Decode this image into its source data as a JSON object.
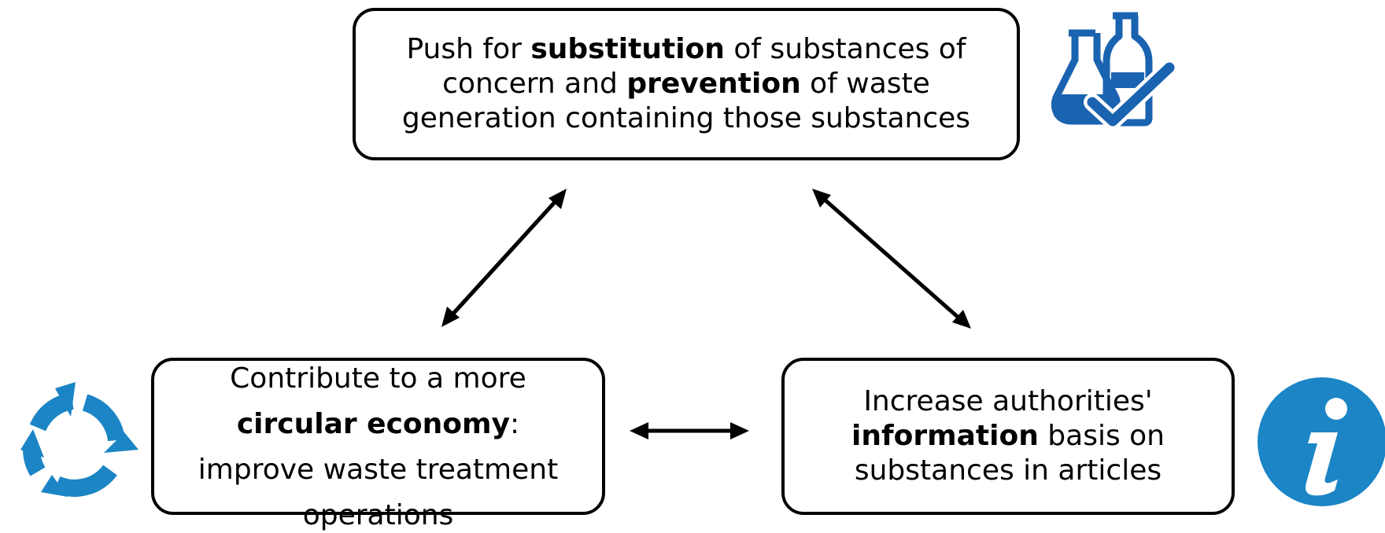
{
  "boxes": {
    "top": {
      "l1a": "Push for ",
      "l1b": "substitution",
      "l1c": " of substances of",
      "l2a": "concern and ",
      "l2b": "prevention",
      "l2c": " of waste",
      "l3": "generation containing those substances"
    },
    "left": {
      "l1": "Contribute to a more",
      "l2a": "circular economy",
      "l2b": ":",
      "l3": "improve waste treatment",
      "l4": "operations"
    },
    "right": {
      "l1": "Increase authorities'",
      "l2a": "information",
      "l2b": " basis on",
      "l3": "substances in articles"
    }
  },
  "icons": {
    "top_right": "flasks-check-icon",
    "bottom_left": "recycle-arrows-icon",
    "bottom_right": "info-icon"
  },
  "colors": {
    "icon_blue": "#1a63b0",
    "icon_cyan": "#1b85c5"
  }
}
